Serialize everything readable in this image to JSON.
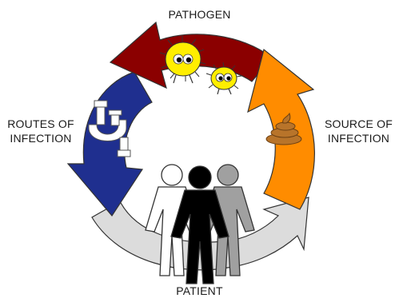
{
  "labels": {
    "pathogen": "PATHOGEN",
    "routes_line1": "ROUTES OF",
    "routes_line2": "INFECTION",
    "source_line1": "SOURCE OF",
    "source_line2": "INFECTION",
    "patient": "PATIENT"
  },
  "colors": {
    "pathogen_arrow": "#8b0000",
    "source_arrow": "#ff8c00",
    "routes_arrow": "#1f2f8f",
    "patient_arrow": "#dcdcdc",
    "germ": "#ffee00",
    "poop": "#b8742a",
    "pipe": "#ffffff",
    "person_front": "#000000",
    "person_left": "#ffffff",
    "person_right": "#a0a0a0"
  },
  "icons": [
    "germ-icon",
    "germ-icon-small",
    "pipe-icon",
    "poop-icon",
    "people-icon"
  ]
}
